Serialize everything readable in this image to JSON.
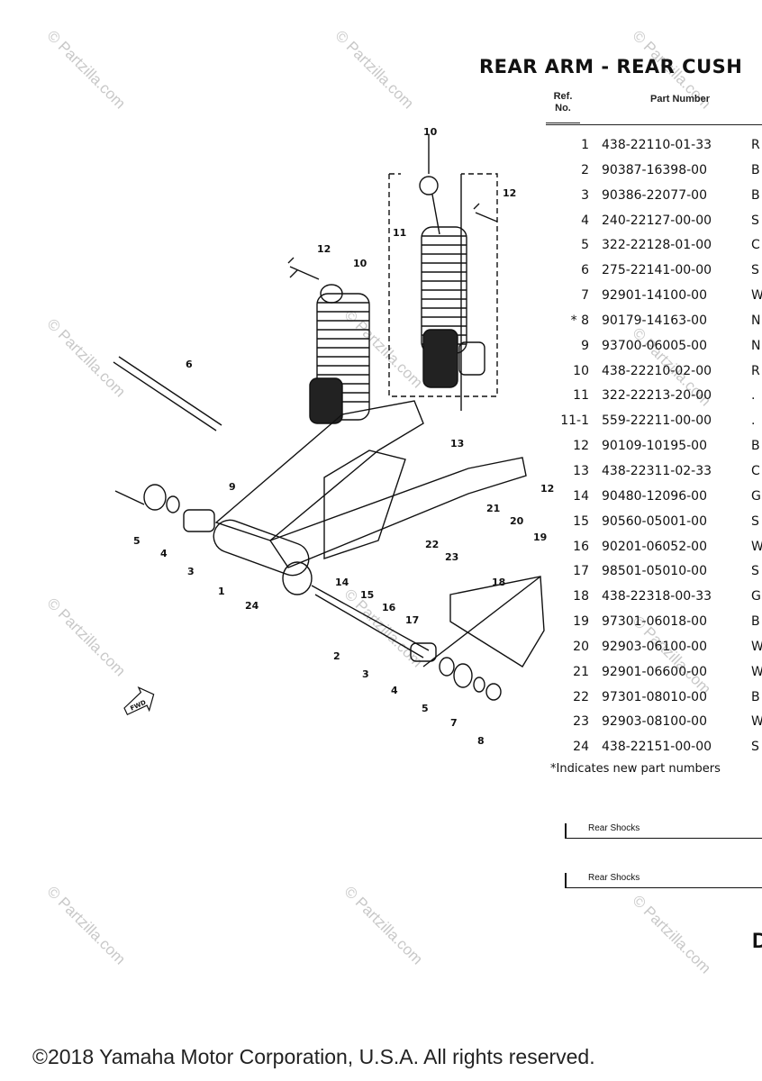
{
  "title": "REAR ARM - REAR CUSH",
  "table": {
    "ref_header": "Ref. No.",
    "part_header": "Part Number",
    "rows": [
      {
        "ref": "1",
        "part": "438-22110-01-33",
        "desc": "R"
      },
      {
        "ref": "2",
        "part": "90387-16398-00",
        "desc": "B"
      },
      {
        "ref": "3",
        "part": "90386-22077-00",
        "desc": "B"
      },
      {
        "ref": "4",
        "part": "240-22127-00-00",
        "desc": "S"
      },
      {
        "ref": "5",
        "part": "322-22128-01-00",
        "desc": "C"
      },
      {
        "ref": "6",
        "part": "275-22141-00-00",
        "desc": "S"
      },
      {
        "ref": "7",
        "part": "92901-14100-00",
        "desc": "W"
      },
      {
        "ref": "* 8",
        "part": "90179-14163-00",
        "desc": "N"
      },
      {
        "ref": "9",
        "part": "93700-06005-00",
        "desc": "N"
      },
      {
        "ref": "10",
        "part": "438-22210-02-00",
        "desc": "R"
      },
      {
        "ref": "11",
        "part": "322-22213-20-00",
        "desc": "."
      },
      {
        "ref": "11-1",
        "part": "559-22211-00-00",
        "desc": "."
      },
      {
        "ref": "12",
        "part": "90109-10195-00",
        "desc": "B"
      },
      {
        "ref": "13",
        "part": "438-22311-02-33",
        "desc": "C"
      },
      {
        "ref": "14",
        "part": "90480-12096-00",
        "desc": "G"
      },
      {
        "ref": "15",
        "part": "90560-05001-00",
        "desc": "S"
      },
      {
        "ref": "16",
        "part": "90201-06052-00",
        "desc": "W"
      },
      {
        "ref": "17",
        "part": "98501-05010-00",
        "desc": "S"
      },
      {
        "ref": "18",
        "part": "438-22318-00-33",
        "desc": "G"
      },
      {
        "ref": "19",
        "part": "97301-06018-00",
        "desc": "B"
      },
      {
        "ref": "20",
        "part": "92903-06100-00",
        "desc": "W"
      },
      {
        "ref": "21",
        "part": "92901-06600-00",
        "desc": "W"
      },
      {
        "ref": "22",
        "part": "97301-08010-00",
        "desc": "B"
      },
      {
        "ref": "23",
        "part": "92903-08100-00",
        "desc": "W"
      },
      {
        "ref": "24",
        "part": "438-22151-00-00",
        "desc": "S"
      }
    ]
  },
  "note": "*Indicates new part numbers",
  "boxes": [
    "Rear Shocks",
    "Rear Shocks"
  ],
  "corner_letter": "D",
  "copyright": "©2018 Yamaha Motor Corporation, U.S.A. All rights reserved.",
  "watermark": "© Partzilla.com",
  "diagram_callouts": {
    "c10a": "10",
    "c12a": "12",
    "c11": "11",
    "c12b": "12",
    "c10b": "10",
    "c6": "6",
    "c13": "13",
    "c9": "9",
    "c12c": "12",
    "c5": "5",
    "c4": "4",
    "c3": "3",
    "c21": "21",
    "c20": "20",
    "c19": "19",
    "c22": "22",
    "c23": "23",
    "c18": "18",
    "c1": "1",
    "c24": "24",
    "c14": "14",
    "c15": "15",
    "c16": "16",
    "c17": "17",
    "c2": "2",
    "c3b": "3",
    "c4b": "4",
    "c5b": "5",
    "c7": "7",
    "c8": "8",
    "fwd": "FWD"
  }
}
